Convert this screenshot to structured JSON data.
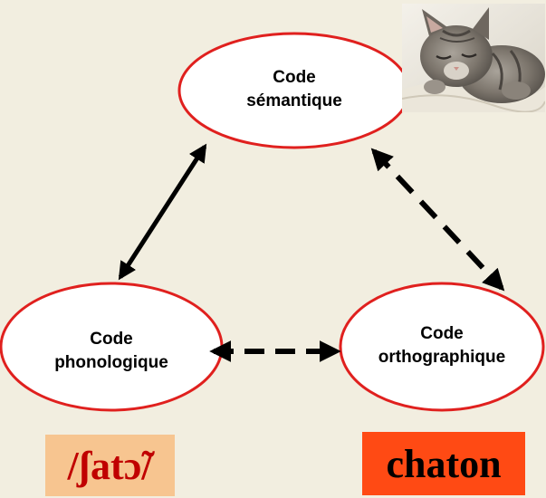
{
  "nodes": {
    "semantic": {
      "line1": "Code",
      "line2": "sémantique"
    },
    "phonological": {
      "line1": "Code",
      "line2": "phonologique"
    },
    "orthographic": {
      "line1": "Code",
      "line2": "orthographique"
    }
  },
  "phonetic": "/ʃatɔ̃/",
  "word": "chaton",
  "image": {
    "subject": "sleeping kitten"
  },
  "colors": {
    "background": "#f2eee0",
    "ellipse_stroke": "#e0201e",
    "phonetic_box": "#f7c590",
    "phonetic_text": "#c00000",
    "word_box": "#ff4a14"
  }
}
